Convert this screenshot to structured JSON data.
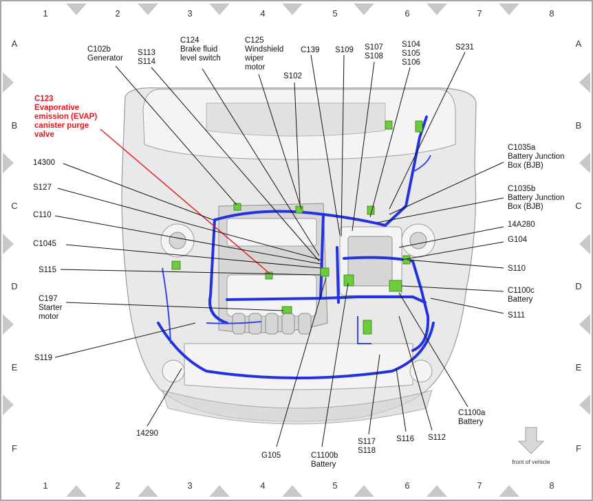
{
  "grid": {
    "columns": [
      "1",
      "2",
      "3",
      "4",
      "5",
      "6",
      "7",
      "8"
    ],
    "rows": [
      "A",
      "B",
      "C",
      "D",
      "E",
      "F"
    ]
  },
  "labels": {
    "c102b": [
      "C102b",
      "Generator"
    ],
    "s113_s114": [
      "S113",
      "S114"
    ],
    "c124": [
      "C124",
      "Brake fluid",
      "level switch"
    ],
    "c125": [
      "C125",
      "Windshield",
      "wiper",
      "motor"
    ],
    "s102": [
      "S102"
    ],
    "c139": [
      "C139"
    ],
    "s109": [
      "S109"
    ],
    "s107_s108": [
      "S107",
      "S108"
    ],
    "s104_s106": [
      "S104",
      "S105",
      "S106"
    ],
    "s231": [
      "S231"
    ],
    "c123": [
      "C123",
      "Evaporative",
      "emission (EVAP)",
      "canister purge",
      "valve"
    ],
    "n14300": [
      "14300"
    ],
    "s127": [
      "S127"
    ],
    "c110": [
      "C110"
    ],
    "c1045": [
      "C1045"
    ],
    "s115": [
      "S115"
    ],
    "c197": [
      "C197",
      "Starter",
      "motor"
    ],
    "s119": [
      "S119"
    ],
    "n14290": [
      "14290"
    ],
    "g105": [
      "G105"
    ],
    "c1100b": [
      "C1100b",
      "Battery"
    ],
    "s117_s118": [
      "S117",
      "S118"
    ],
    "s116": [
      "S116"
    ],
    "s112": [
      "S112"
    ],
    "c1100a": [
      "C1100a",
      "Battery"
    ],
    "c1035a": [
      "C1035a",
      "Battery Junction",
      "Box (BJB)"
    ],
    "c1035b": [
      "C1035b",
      "Battery Junction",
      "Box (BJB)"
    ],
    "n14a280": [
      "14A280"
    ],
    "g104": [
      "G104"
    ],
    "s110": [
      "S110"
    ],
    "c1100c": [
      "C1100c",
      "Battery"
    ],
    "s111": [
      "S111"
    ]
  },
  "front_of_vehicle": "front of vehicle",
  "colors": {
    "harness": "#2233dd",
    "connector": "#6dcc3a",
    "highlight": "#e8141c"
  },
  "icons": {
    "front_arrow": "down-arrow-icon"
  }
}
